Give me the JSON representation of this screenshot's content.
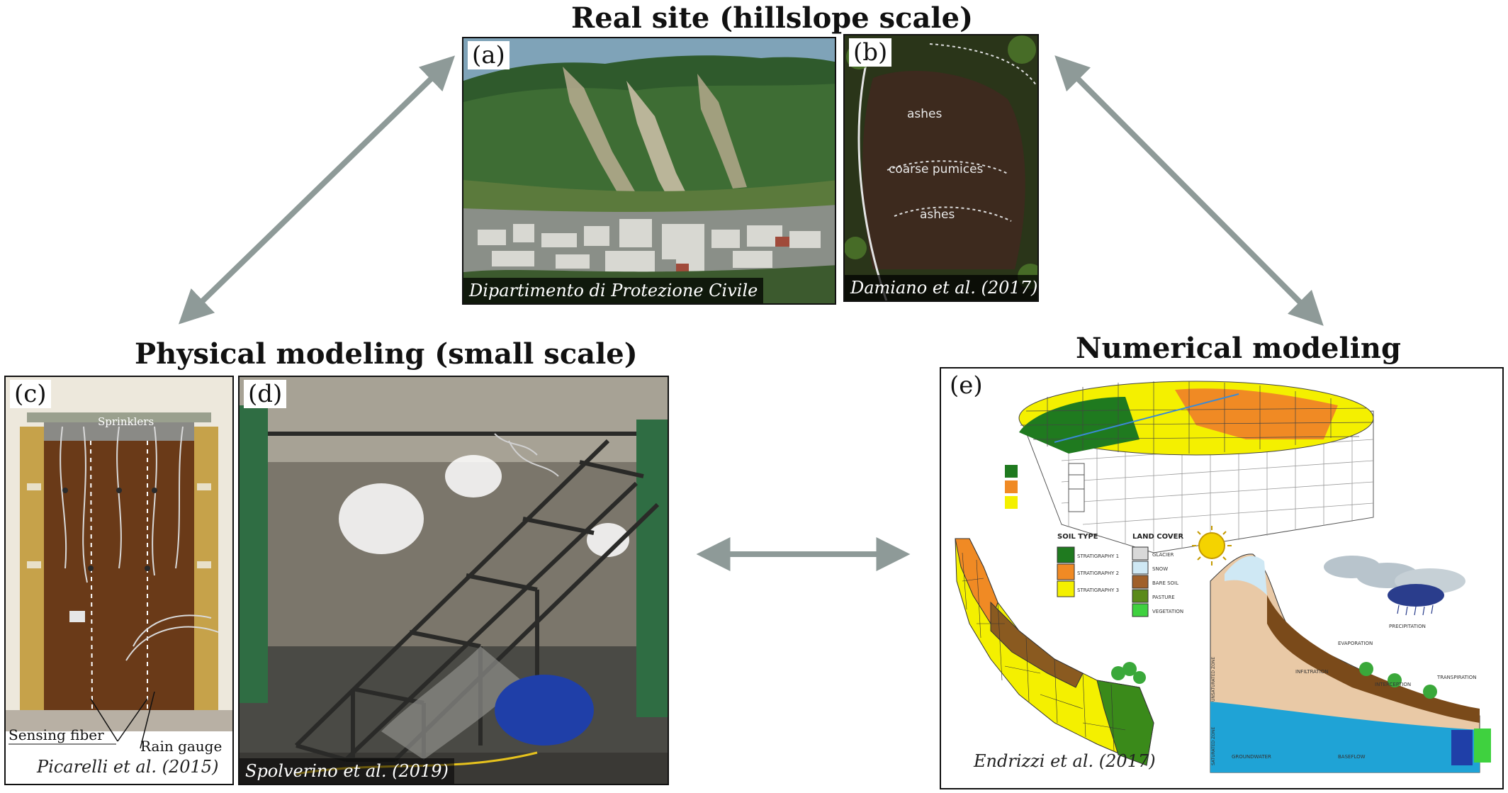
{
  "headings": {
    "real_site": "Real site (hillslope scale)",
    "physical": "Physical modeling (small scale)",
    "numerical": "Numerical modeling"
  },
  "panels": {
    "a": {
      "label": "(a)",
      "caption": "Dipartimento di Protezione Civile"
    },
    "b": {
      "label": "(b)",
      "caption": "Damiano et al. (2017)",
      "layers": [
        "ashes",
        "coarse pumices",
        "ashes"
      ]
    },
    "c": {
      "label": "(c)",
      "caption": "Picarelli et al. (2015)",
      "annotations": [
        "Sprinklers",
        "Sensing fiber",
        "Rain gauge"
      ]
    },
    "d": {
      "label": "(d)",
      "caption": "Spolverino et al. (2019)"
    },
    "e": {
      "label": "(e)",
      "caption": "Endrizzi et al. (2017)",
      "soil_type_title": "SOIL TYPE",
      "land_cover_title": "LAND COVER",
      "soil_types": [
        "STRATIGRAPHY 1",
        "STRATIGRAPHY 2",
        "STRATIGRAPHY 3"
      ],
      "land_cover": [
        "GLACIER",
        "SNOW",
        "BARE SOIL",
        "PASTURE",
        "VEGETATION"
      ],
      "process_labels": [
        "PRECIPITATION",
        "EVAPORATION",
        "INFILTRATION",
        "INTERCEPTION",
        "TRANSPIRATION",
        "GROUNDWATER",
        "BASEFLOW",
        "UNSATURATED ZONE",
        "SATURATED ZONE"
      ]
    }
  },
  "colors": {
    "arrow": "#8e9a98",
    "strat1": "#1f7a1f",
    "strat2": "#f08a24",
    "strat3": "#f4f000",
    "glacier": "#d9d9d9",
    "snow": "#cfe8f4",
    "bare_soil": "#a0602a",
    "pasture": "#5a8a1a",
    "vegetation": "#3fd13f"
  }
}
